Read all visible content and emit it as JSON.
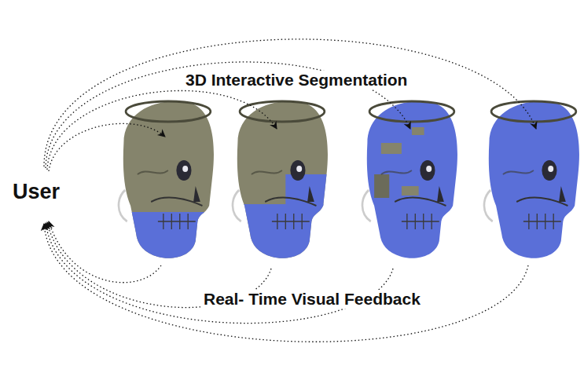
{
  "diagram": {
    "labels": [
      "3D Interactive Segmentation",
      "User",
      "Real- Time Visual Feedback"
    ]
  }
}
